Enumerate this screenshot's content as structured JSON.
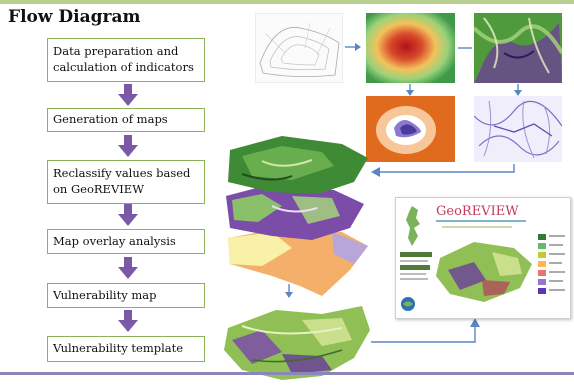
{
  "title": "Flow Diagram",
  "steps": [
    {
      "label": "Data preparation and calculation of indicators"
    },
    {
      "label": "Generation of maps"
    },
    {
      "label": "Reclassify values based on GeoREVIEW"
    },
    {
      "label": "Map overlay analysis"
    },
    {
      "label": "Vulnerability map"
    },
    {
      "label": "Vulnerability template"
    }
  ],
  "template": {
    "heading": "GeoREVIEW"
  },
  "colors": {
    "box_border": "#8bb35a",
    "step_arrow": "#7a5aa8",
    "connector": "#5a85c0",
    "top_rule": "#b7d08f",
    "bottom_rule": "#8a86b8"
  }
}
